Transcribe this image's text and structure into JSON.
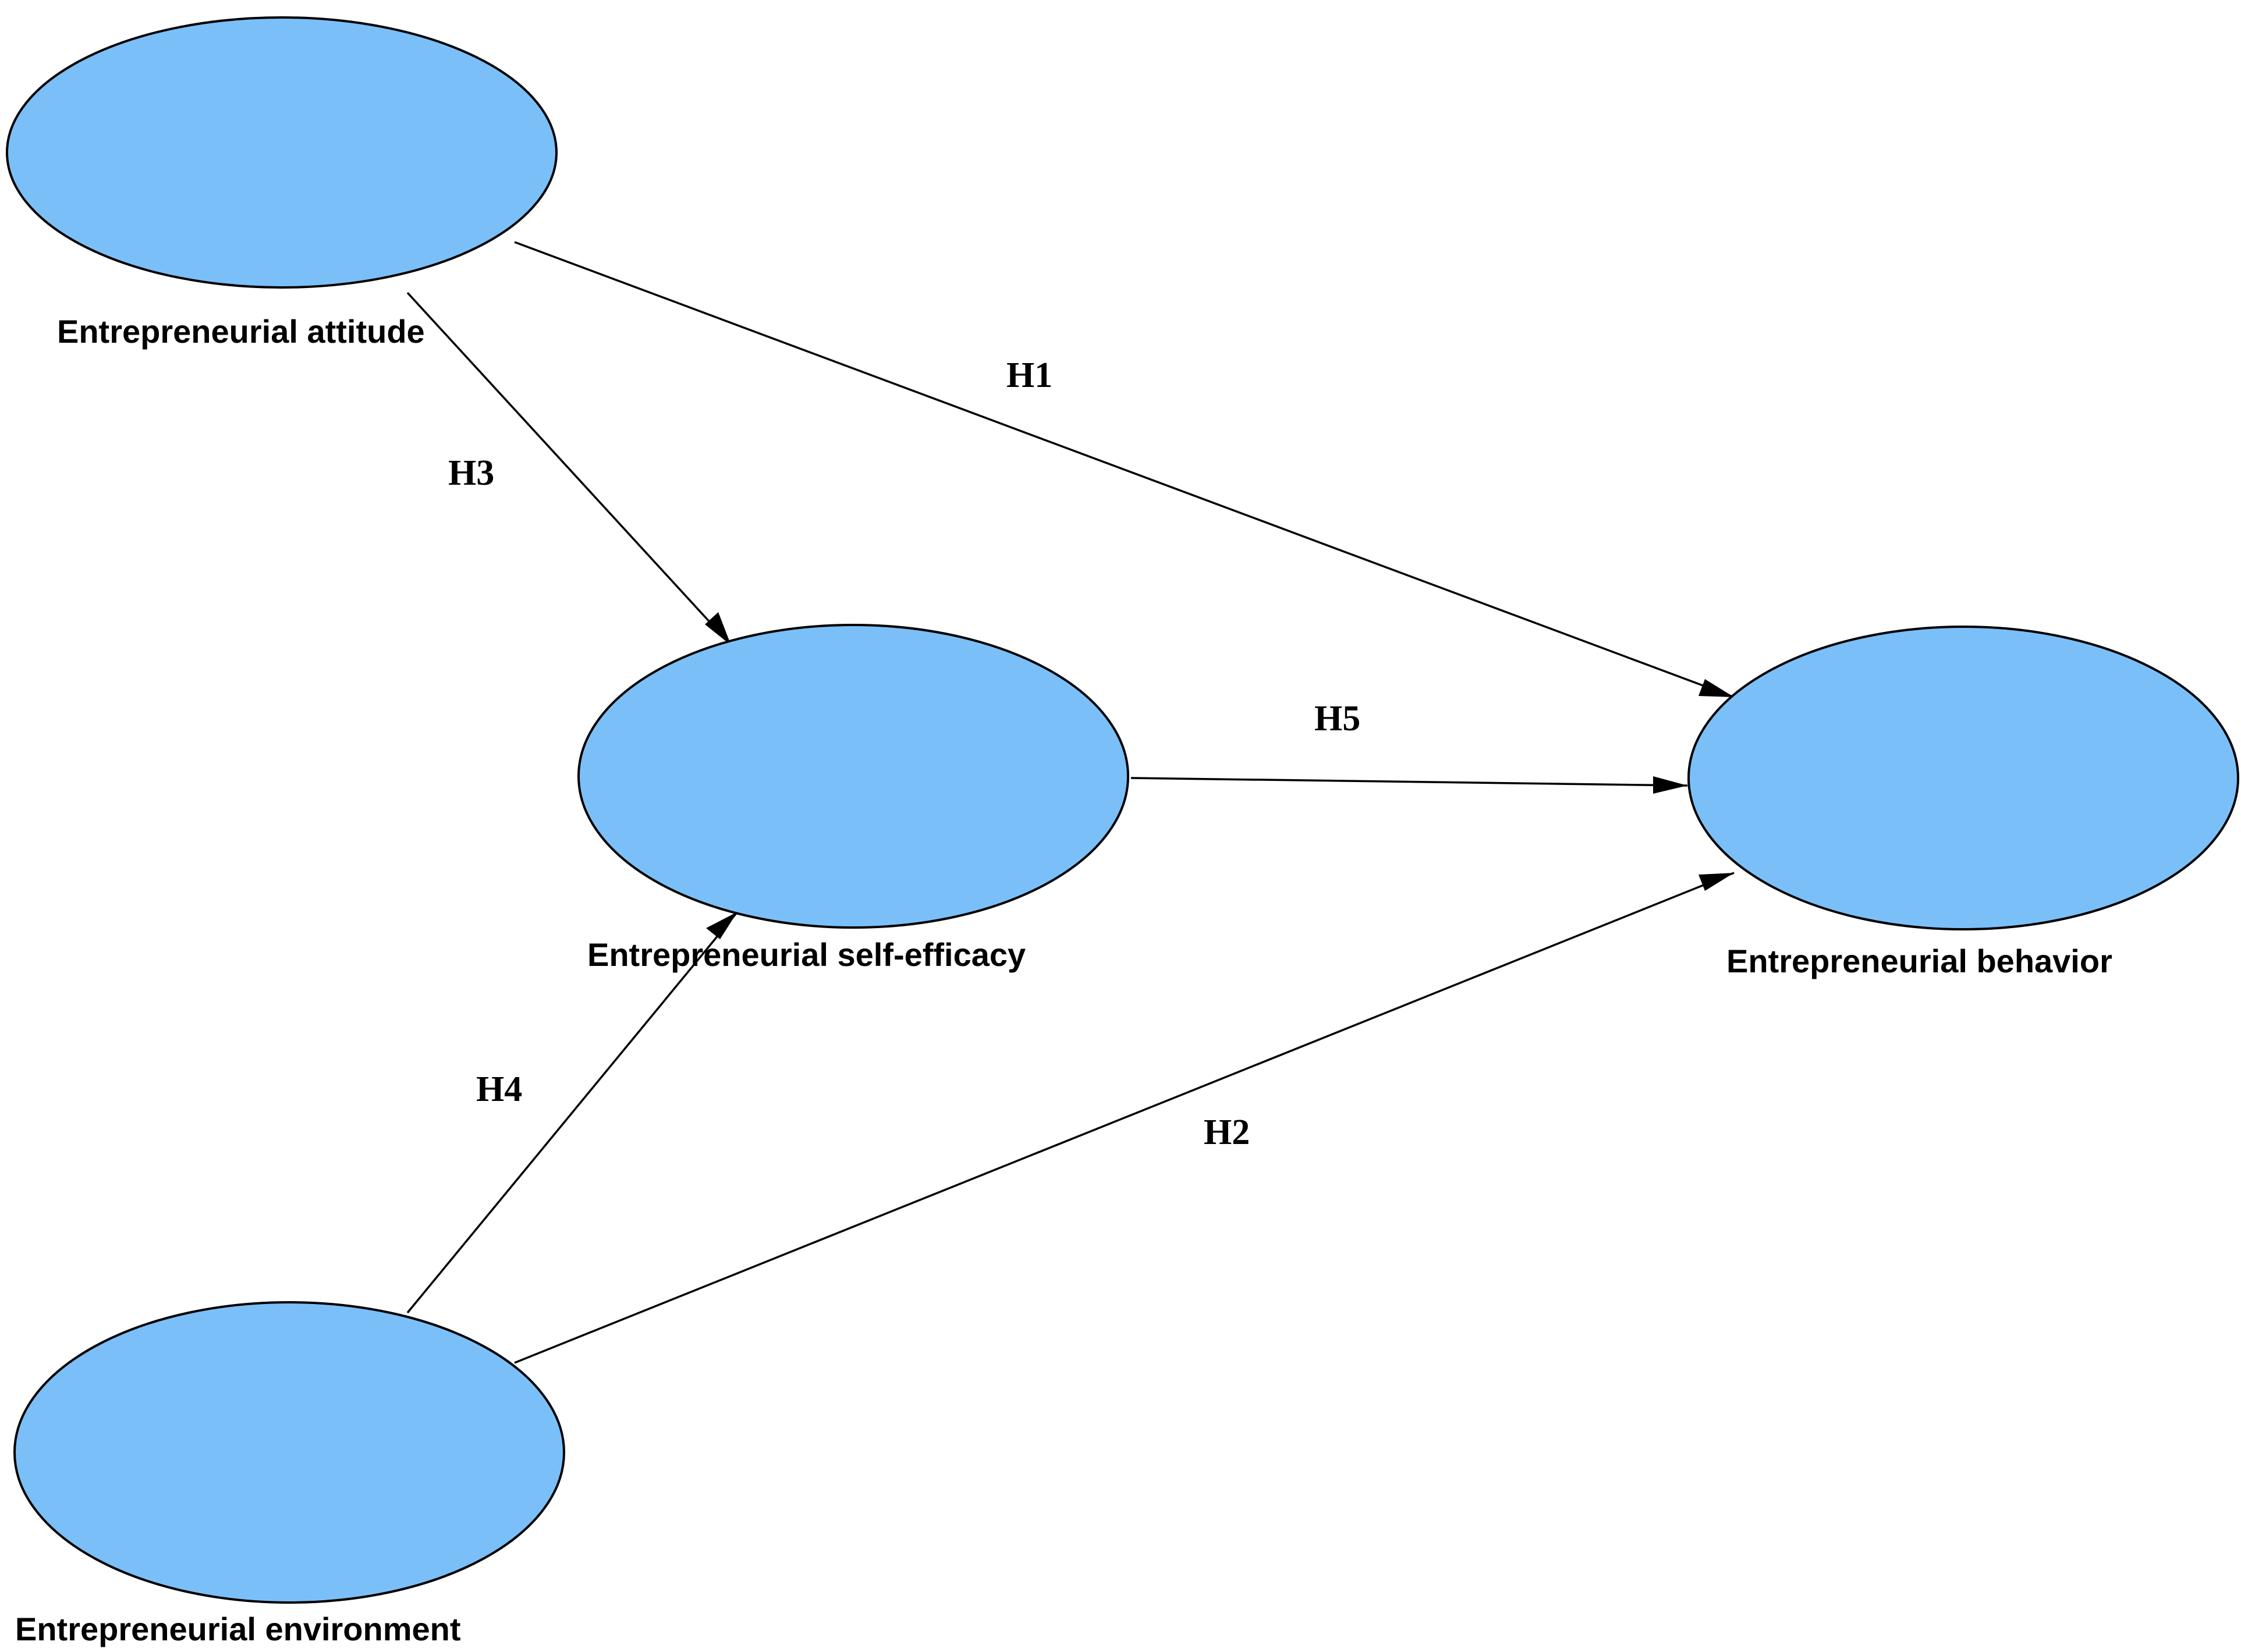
{
  "colors": {
    "node_fill": "#7bbff8",
    "stroke": "#000000",
    "background": "#ffffff"
  },
  "nodes": [
    {
      "id": "attitude",
      "label": "Entrepreneurial attitude"
    },
    {
      "id": "self_efficacy",
      "label": "Entrepreneurial self-efficacy"
    },
    {
      "id": "behavior",
      "label": "Entrepreneurial behavior"
    },
    {
      "id": "environment",
      "label": "Entrepreneurial environment"
    }
  ],
  "edges": [
    {
      "id": "h1",
      "from": "attitude",
      "to": "behavior",
      "label": "H1"
    },
    {
      "id": "h2",
      "from": "environment",
      "to": "behavior",
      "label": "H2"
    },
    {
      "id": "h3",
      "from": "attitude",
      "to": "self_efficacy",
      "label": "H3"
    },
    {
      "id": "h4",
      "from": "environment",
      "to": "self_efficacy",
      "label": "H4"
    },
    {
      "id": "h5",
      "from": "self_efficacy",
      "to": "behavior",
      "label": "H5"
    }
  ]
}
